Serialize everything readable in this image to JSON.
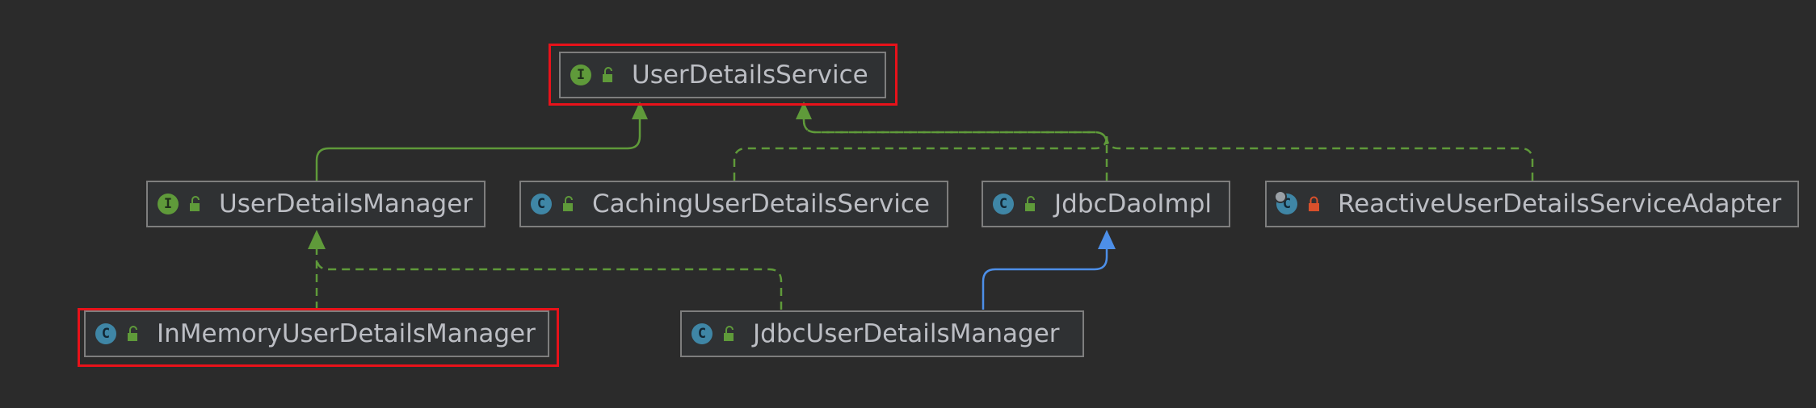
{
  "colors": {
    "background": "#2b2b2b",
    "interface_icon": "#5f9a3a",
    "class_icon": "#3f86a6",
    "extends_edge": "#5f9a3a",
    "implements_edge": "#5f9a3a",
    "class_extends_edge": "#4d8fe8",
    "highlight": "#e8121a",
    "public_access": "#5f9a3a",
    "private_access": "#d9502b"
  },
  "nodes": [
    {
      "id": "uds",
      "label": "UserDetailsService",
      "kind": "interface",
      "icon_letter": "I",
      "access": "public",
      "highlighted": true
    },
    {
      "id": "udm",
      "label": "UserDetailsManager",
      "kind": "interface",
      "icon_letter": "I",
      "access": "public",
      "highlighted": false
    },
    {
      "id": "cuds",
      "label": "CachingUserDetailsService",
      "kind": "class",
      "icon_letter": "C",
      "access": "public",
      "highlighted": false
    },
    {
      "id": "jdi",
      "label": "JdbcDaoImpl",
      "kind": "class",
      "icon_letter": "C",
      "access": "public",
      "highlighted": false
    },
    {
      "id": "ruds",
      "label": "ReactiveUserDetailsServiceAdapter",
      "kind": "abstract",
      "icon_letter": "C",
      "access": "private",
      "highlighted": false
    },
    {
      "id": "imudm",
      "label": "InMemoryUserDetailsManager",
      "kind": "class",
      "icon_letter": "C",
      "access": "public",
      "highlighted": true
    },
    {
      "id": "judm",
      "label": "JdbcUserDetailsManager",
      "kind": "class",
      "icon_letter": "C",
      "access": "public",
      "highlighted": false
    }
  ]
}
